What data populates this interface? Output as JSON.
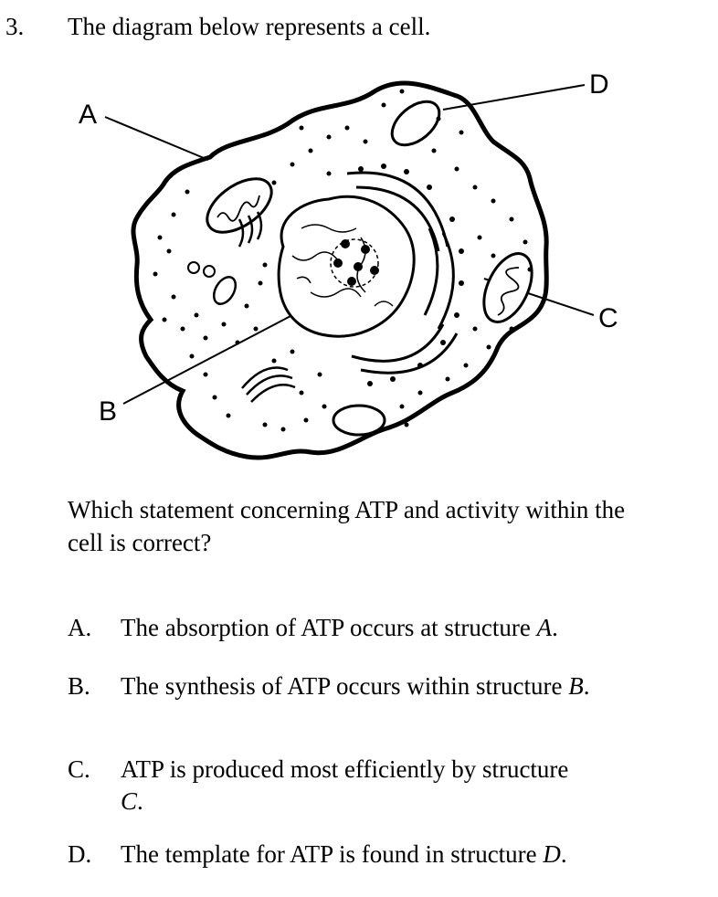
{
  "question": {
    "number": "3.",
    "stem": "The diagram below represents a cell.",
    "prompt": "Which statement concerning ATP and activity within the cell is correct?"
  },
  "diagram": {
    "labels": {
      "a": "A",
      "b": "B",
      "c": "C",
      "d": "D"
    }
  },
  "options": [
    {
      "letter": "A.",
      "text": "The absorption of ATP occurs at structure ",
      "structure": "A",
      "end": "."
    },
    {
      "letter": "B.",
      "text": "The synthesis of ATP occurs within structure ",
      "structure": "B",
      "end": "."
    },
    {
      "letter": "C.",
      "text": "ATP is produced most efficiently by structure ",
      "structure": "C",
      "end": "."
    },
    {
      "letter": "D.",
      "text": "The template for ATP is found in structure ",
      "structure": "D",
      "end": "."
    }
  ]
}
